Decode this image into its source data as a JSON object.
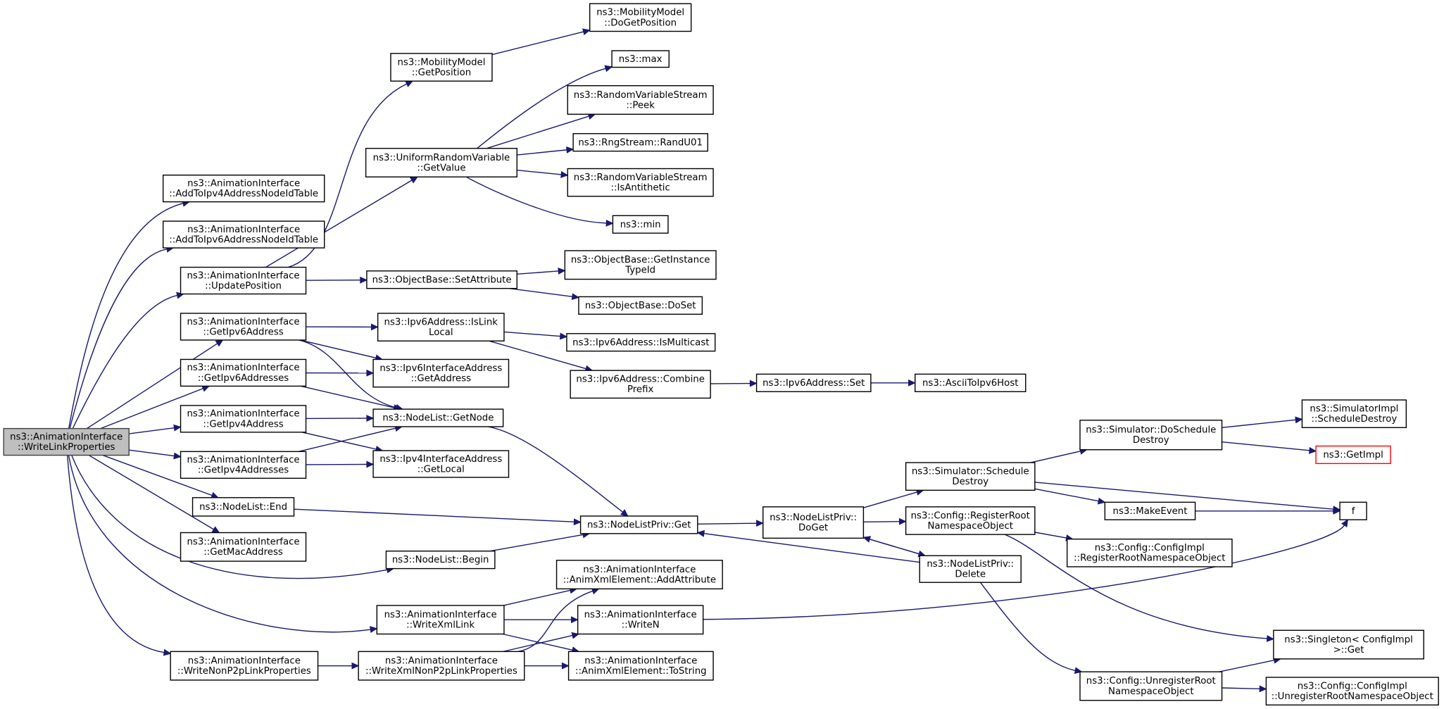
{
  "graph": {
    "title": "",
    "colors": {
      "edge": "#191970",
      "root_fill": "#bfbfbf",
      "root_stroke": "#404040",
      "node_border": "#000000",
      "highlight_border": "#ff0000"
    },
    "nodes": [
      {
        "id": "root",
        "lines": [
          "ns3::AnimationInterface",
          "::WriteLinkProperties"
        ],
        "style": "root"
      },
      {
        "id": "addv4",
        "lines": [
          "ns3::AnimationInterface",
          "::AddToIpv4AddressNodeIdTable"
        ]
      },
      {
        "id": "addv6",
        "lines": [
          "ns3::AnimationInterface",
          "::AddToIpv6AddressNodeIdTable"
        ]
      },
      {
        "id": "updpos",
        "lines": [
          "ns3::AnimationInterface",
          "::UpdatePosition"
        ]
      },
      {
        "id": "getv6",
        "lines": [
          "ns3::AnimationInterface",
          "::GetIpv6Address"
        ]
      },
      {
        "id": "getv6s",
        "lines": [
          "ns3::AnimationInterface",
          "::GetIpv6Addresses"
        ]
      },
      {
        "id": "getv4",
        "lines": [
          "ns3::AnimationInterface",
          "::GetIpv4Address"
        ]
      },
      {
        "id": "getv4s",
        "lines": [
          "ns3::AnimationInterface",
          "::GetIpv4Addresses"
        ]
      },
      {
        "id": "nlend",
        "lines": [
          "ns3::NodeList::End"
        ]
      },
      {
        "id": "getmac",
        "lines": [
          "ns3::AnimationInterface",
          "::GetMacAddress"
        ]
      },
      {
        "id": "nlbegin",
        "lines": [
          "ns3::NodeList::Begin"
        ]
      },
      {
        "id": "wxlink",
        "lines": [
          "ns3::AnimationInterface",
          "::WriteXmlLink"
        ]
      },
      {
        "id": "wnp2p",
        "lines": [
          "ns3::AnimationInterface",
          "::WriteNonP2pLinkProperties"
        ]
      },
      {
        "id": "wxnp2p",
        "lines": [
          "ns3::AnimationInterface",
          "::WriteXmlNonP2pLinkProperties"
        ]
      },
      {
        "id": "mmgetpos",
        "lines": [
          "ns3::MobilityModel",
          "::GetPosition"
        ]
      },
      {
        "id": "mmdogetpos",
        "lines": [
          "ns3::MobilityModel",
          "::DoGetPosition"
        ]
      },
      {
        "id": "urvget",
        "lines": [
          "ns3::UniformRandomVariable",
          "::GetValue"
        ]
      },
      {
        "id": "max",
        "lines": [
          "ns3::max"
        ]
      },
      {
        "id": "rvspeek",
        "lines": [
          "ns3::RandomVariableStream",
          "::Peek"
        ]
      },
      {
        "id": "randu01",
        "lines": [
          "ns3::RngStream::RandU01"
        ]
      },
      {
        "id": "rvsanti",
        "lines": [
          "ns3::RandomVariableStream",
          "::IsAntithetic"
        ]
      },
      {
        "id": "min",
        "lines": [
          "ns3::min"
        ]
      },
      {
        "id": "obsetattr",
        "lines": [
          "ns3::ObjectBase::SetAttribute"
        ]
      },
      {
        "id": "obgetinst",
        "lines": [
          "ns3::ObjectBase::GetInstance",
          "TypeId"
        ]
      },
      {
        "id": "obdoset",
        "lines": [
          "ns3::ObjectBase::DoSet"
        ]
      },
      {
        "id": "v6islink",
        "lines": [
          "ns3::Ipv6Address::IsLink",
          "Local"
        ]
      },
      {
        "id": "v6ismulti",
        "lines": [
          "ns3::Ipv6Address::IsMulticast"
        ]
      },
      {
        "id": "v6ifaddr",
        "lines": [
          "ns3::Ipv6InterfaceAddress",
          "::GetAddress"
        ]
      },
      {
        "id": "v6combine",
        "lines": [
          "ns3::Ipv6Address::Combine",
          "Prefix"
        ]
      },
      {
        "id": "v6set",
        "lines": [
          "ns3::Ipv6Address::Set"
        ]
      },
      {
        "id": "ascii",
        "lines": [
          "ns3::AsciiToIpv6Host"
        ]
      },
      {
        "id": "nlgetnode",
        "lines": [
          "ns3::NodeList::GetNode"
        ]
      },
      {
        "id": "v4getlocal",
        "lines": [
          "ns3::Ipv4InterfaceAddress",
          "::GetLocal"
        ]
      },
      {
        "id": "nlpget",
        "lines": [
          "ns3::NodeListPriv::Get"
        ]
      },
      {
        "id": "nlpdoget",
        "lines": [
          "ns3::NodeListPriv::",
          "DoGet"
        ]
      },
      {
        "id": "nlpdelete",
        "lines": [
          "ns3::NodeListPriv::",
          "Delete"
        ]
      },
      {
        "id": "simsched",
        "lines": [
          "ns3::Simulator::Schedule",
          "Destroy"
        ]
      },
      {
        "id": "simdosched",
        "lines": [
          "ns3::Simulator::DoSchedule",
          "Destroy"
        ]
      },
      {
        "id": "simimplsched",
        "lines": [
          "ns3::SimulatorImpl",
          "::ScheduleDestroy"
        ]
      },
      {
        "id": "getimpl",
        "lines": [
          "ns3::GetImpl"
        ],
        "style": "red"
      },
      {
        "id": "makeevent",
        "lines": [
          "ns3::MakeEvent"
        ]
      },
      {
        "id": "f",
        "lines": [
          "f"
        ]
      },
      {
        "id": "cfgreg",
        "lines": [
          "ns3::Config::RegisterRoot",
          "NamespaceObject"
        ]
      },
      {
        "id": "cfgimplreg",
        "lines": [
          "ns3::Config::ConfigImpl",
          "::RegisterRootNamespaceObject"
        ]
      },
      {
        "id": "singleton",
        "lines": [
          "ns3::Singleton< ConfigImpl",
          ">::Get"
        ]
      },
      {
        "id": "cfgunreg",
        "lines": [
          "ns3::Config::UnregisterRoot",
          "NamespaceObject"
        ]
      },
      {
        "id": "cfgimplunreg",
        "lines": [
          "ns3::Config::ConfigImpl",
          "::UnregisterRootNamespaceObject"
        ]
      },
      {
        "id": "axaddattr",
        "lines": [
          "ns3::AnimationInterface",
          "::AnimXmlElement::AddAttribute"
        ]
      },
      {
        "id": "writen",
        "lines": [
          "ns3::AnimationInterface",
          "::WriteN"
        ]
      },
      {
        "id": "axtostr",
        "lines": [
          "ns3::AnimationInterface",
          "::AnimXmlElement::ToString"
        ]
      }
    ],
    "edges": [
      [
        "root",
        "addv4"
      ],
      [
        "root",
        "addv6"
      ],
      [
        "root",
        "updpos"
      ],
      [
        "root",
        "getv6"
      ],
      [
        "root",
        "getv6s"
      ],
      [
        "root",
        "getv4"
      ],
      [
        "root",
        "getv4s"
      ],
      [
        "root",
        "nlend"
      ],
      [
        "root",
        "getmac"
      ],
      [
        "root",
        "nlbegin"
      ],
      [
        "root",
        "wxlink"
      ],
      [
        "root",
        "wnp2p"
      ],
      [
        "updpos",
        "mmgetpos"
      ],
      [
        "updpos",
        "urvget"
      ],
      [
        "updpos",
        "obsetattr"
      ],
      [
        "mmgetpos",
        "mmdogetpos"
      ],
      [
        "urvget",
        "max"
      ],
      [
        "urvget",
        "rvspeek"
      ],
      [
        "urvget",
        "randu01"
      ],
      [
        "urvget",
        "rvsanti"
      ],
      [
        "urvget",
        "min"
      ],
      [
        "obsetattr",
        "obgetinst"
      ],
      [
        "obsetattr",
        "obdoset"
      ],
      [
        "getv6",
        "v6islink"
      ],
      [
        "getv6",
        "v6ifaddr"
      ],
      [
        "getv6",
        "nlgetnode"
      ],
      [
        "v6islink",
        "v6ismulti"
      ],
      [
        "v6islink",
        "v6combine"
      ],
      [
        "v6combine",
        "v6set"
      ],
      [
        "v6set",
        "ascii"
      ],
      [
        "getv6s",
        "v6ifaddr"
      ],
      [
        "getv6s",
        "nlgetnode"
      ],
      [
        "getv4",
        "nlgetnode"
      ],
      [
        "getv4",
        "v4getlocal"
      ],
      [
        "getv4s",
        "nlgetnode"
      ],
      [
        "getv4s",
        "v4getlocal"
      ],
      [
        "nlgetnode",
        "nlpget"
      ],
      [
        "nlend",
        "nlpget"
      ],
      [
        "nlbegin",
        "nlpget"
      ],
      [
        "nlpget",
        "nlpdoget"
      ],
      [
        "nlpdoget",
        "simsched"
      ],
      [
        "nlpdoget",
        "cfgreg"
      ],
      [
        "nlpdoget",
        "nlpdelete"
      ],
      [
        "nlpdelete",
        "nlpdoget"
      ],
      [
        "nlpdelete",
        "nlpget"
      ],
      [
        "nlpdelete",
        "cfgunreg"
      ],
      [
        "simsched",
        "simdosched"
      ],
      [
        "simsched",
        "makeevent"
      ],
      [
        "simsched",
        "f"
      ],
      [
        "simdosched",
        "simimplsched"
      ],
      [
        "simdosched",
        "getimpl"
      ],
      [
        "makeevent",
        "f"
      ],
      [
        "cfgreg",
        "cfgimplreg"
      ],
      [
        "cfgreg",
        "singleton"
      ],
      [
        "cfgunreg",
        "singleton"
      ],
      [
        "cfgunreg",
        "cfgimplunreg"
      ],
      [
        "wxlink",
        "axaddattr"
      ],
      [
        "wxlink",
        "writen"
      ],
      [
        "wxlink",
        "axtostr"
      ],
      [
        "wnp2p",
        "wxnp2p"
      ],
      [
        "wxnp2p",
        "axaddattr"
      ],
      [
        "wxnp2p",
        "writen"
      ],
      [
        "wxnp2p",
        "axtostr"
      ],
      [
        "writen",
        "f"
      ]
    ]
  }
}
